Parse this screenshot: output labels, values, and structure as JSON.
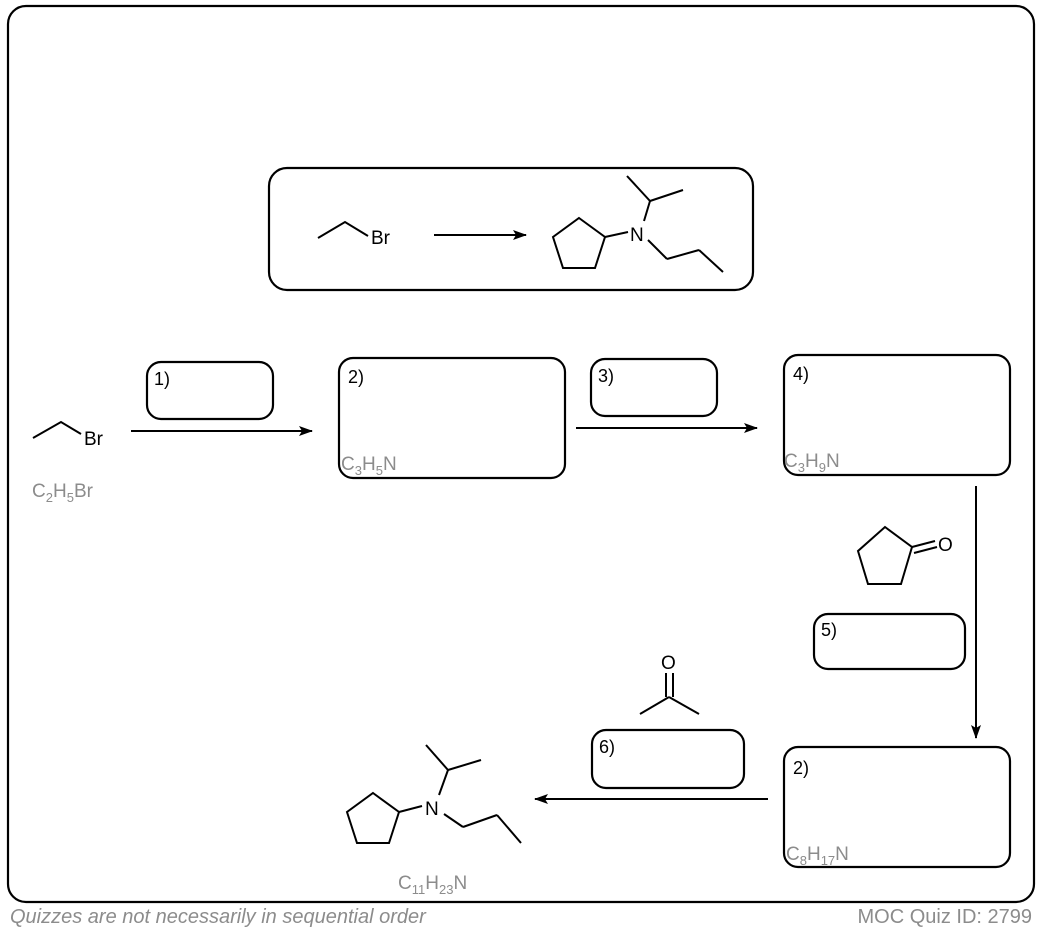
{
  "overview": {
    "start_label": "Br",
    "product_label": "N"
  },
  "start": {
    "atom_label": "Br",
    "formula": {
      "c": "C",
      "c_n": "2",
      "h": "H",
      "h_n": "5",
      "rest": "Br"
    }
  },
  "steps": [
    {
      "label": "1)"
    },
    {
      "label": "2)",
      "formula": {
        "c": "C",
        "c_n": "3",
        "h": "H",
        "h_n": "5",
        "rest": "N"
      }
    },
    {
      "label": "3)"
    },
    {
      "label": "4)",
      "formula": {
        "c": "C",
        "c_n": "3",
        "h": "H",
        "h_n": "9",
        "rest": "N"
      }
    },
    {
      "label": "5)",
      "reagent_atom": "O"
    },
    {
      "label": "2)",
      "formula": {
        "c": "C",
        "c_n": "8",
        "h": "H",
        "h_n": "17",
        "rest": "N"
      }
    },
    {
      "label": "6)",
      "reagent_atom": "O"
    }
  ],
  "product": {
    "atom_label": "N",
    "formula": {
      "c": "C",
      "c_n": "11",
      "h": "H",
      "h_n": "23",
      "rest": "N"
    }
  },
  "footer": {
    "note": "Quizzes are not necessarily in sequential order",
    "quiz_id": "MOC Quiz ID: 2799"
  },
  "colors": {
    "line": "#000000",
    "formula": "#8c8c8c"
  }
}
